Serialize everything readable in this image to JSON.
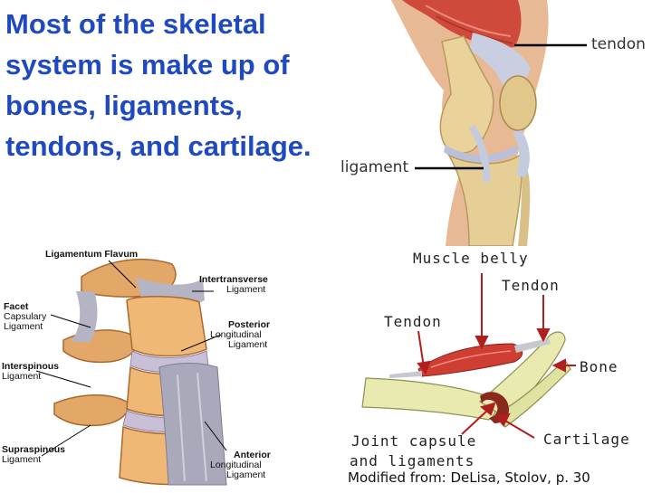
{
  "title": "Most of the skeletal system is make up of bones, ligaments, tendons, and cartilage.",
  "colors": {
    "title": "#1f49c0",
    "muscle": "#c8412e",
    "bone": "#e9d8a4",
    "cartilage": "#b8c1d9",
    "elbow_bone": "#e8eab0"
  },
  "knee_figure": {
    "labels": {
      "tendon": "tendon",
      "ligament": "ligament"
    }
  },
  "spine_figure": {
    "labels": {
      "ligamentum_flavum": "Ligamentum Flavum",
      "intertransverse_1": "Intertransverse",
      "intertransverse_2": "Ligament",
      "facet_1": "Facet",
      "facet_2": "Capsulary",
      "facet_3": "Ligament",
      "posterior_1": "Posterior",
      "posterior_2": "Longitudinal",
      "posterior_3": "Ligament",
      "interspinous_1": "Interspinous",
      "interspinous_2": "Ligament",
      "supraspinous_1": "Supraspinous",
      "supraspinous_2": "Ligament",
      "anterior_1": "Anterior",
      "anterior_2": "Longitudinal",
      "anterior_3": "Ligament"
    }
  },
  "elbow_figure": {
    "labels": {
      "muscle_belly": "Muscle belly",
      "tendon_right": "Tendon",
      "tendon_left": "Tendon",
      "bone": "Bone",
      "cartilage": "Cartilage",
      "joint_capsule_1": "Joint capsule",
      "joint_capsule_2": "and ligaments",
      "credit": "Modified from: DeLisa, Stolov, p. 30"
    }
  }
}
